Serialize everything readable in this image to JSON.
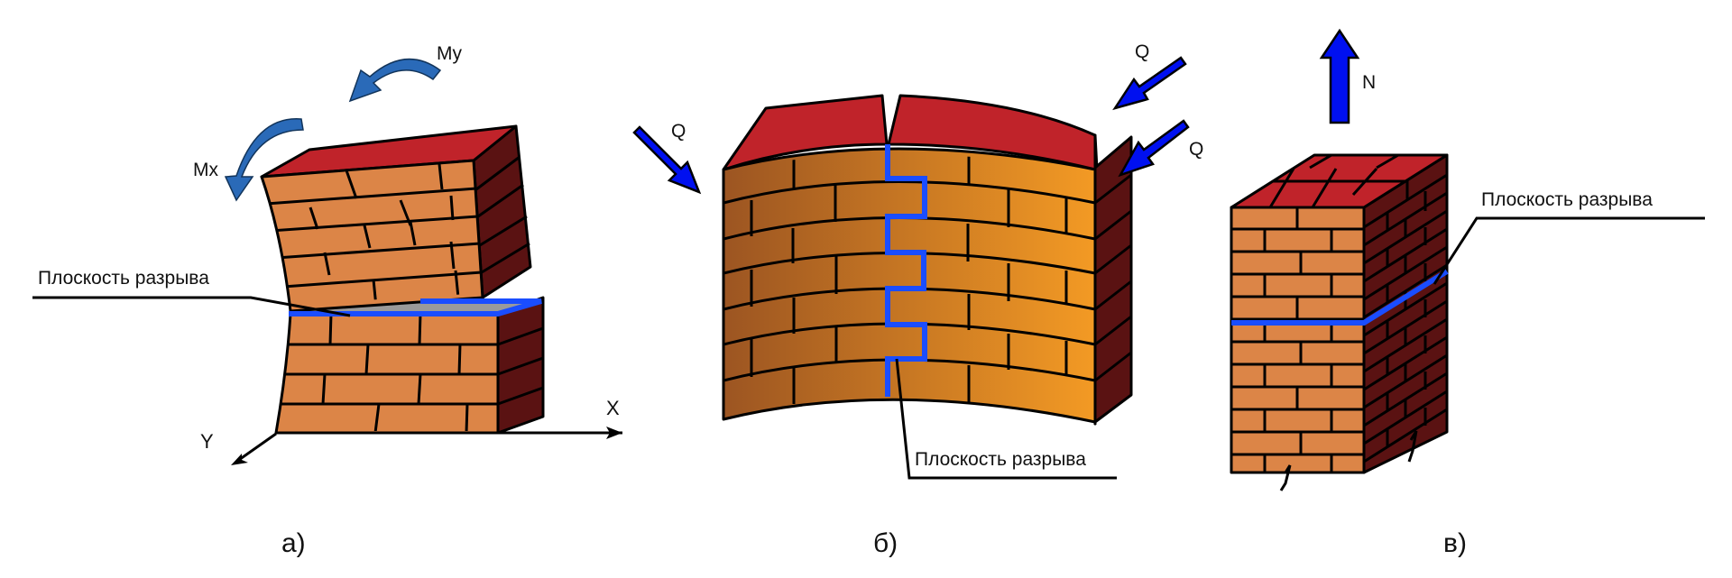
{
  "figure": {
    "panels": [
      {
        "caption": "а)",
        "fracture_label": "Плоскость разрыва",
        "moments": [
          "Mx",
          "My"
        ],
        "axes": [
          "X",
          "Y"
        ]
      },
      {
        "caption": "б)",
        "fracture_label": "Плоскость разрыва",
        "forces": [
          "Q",
          "Q",
          "Q"
        ]
      },
      {
        "caption": "в)",
        "fracture_label": "Плоскость разрыва",
        "forces": [
          "N"
        ]
      }
    ]
  },
  "colors": {
    "brick_face": "#dc8547",
    "brick_side": "#5a1212",
    "brick_top": "#c0232a",
    "fracture_line": "#1a4dff",
    "force_arrow": "#0010f0",
    "moment_arrow": "#2a6ab8",
    "gap_plane": "#9a9a9a",
    "gradient_left": "#9c5522",
    "gradient_right": "#f39a24"
  }
}
